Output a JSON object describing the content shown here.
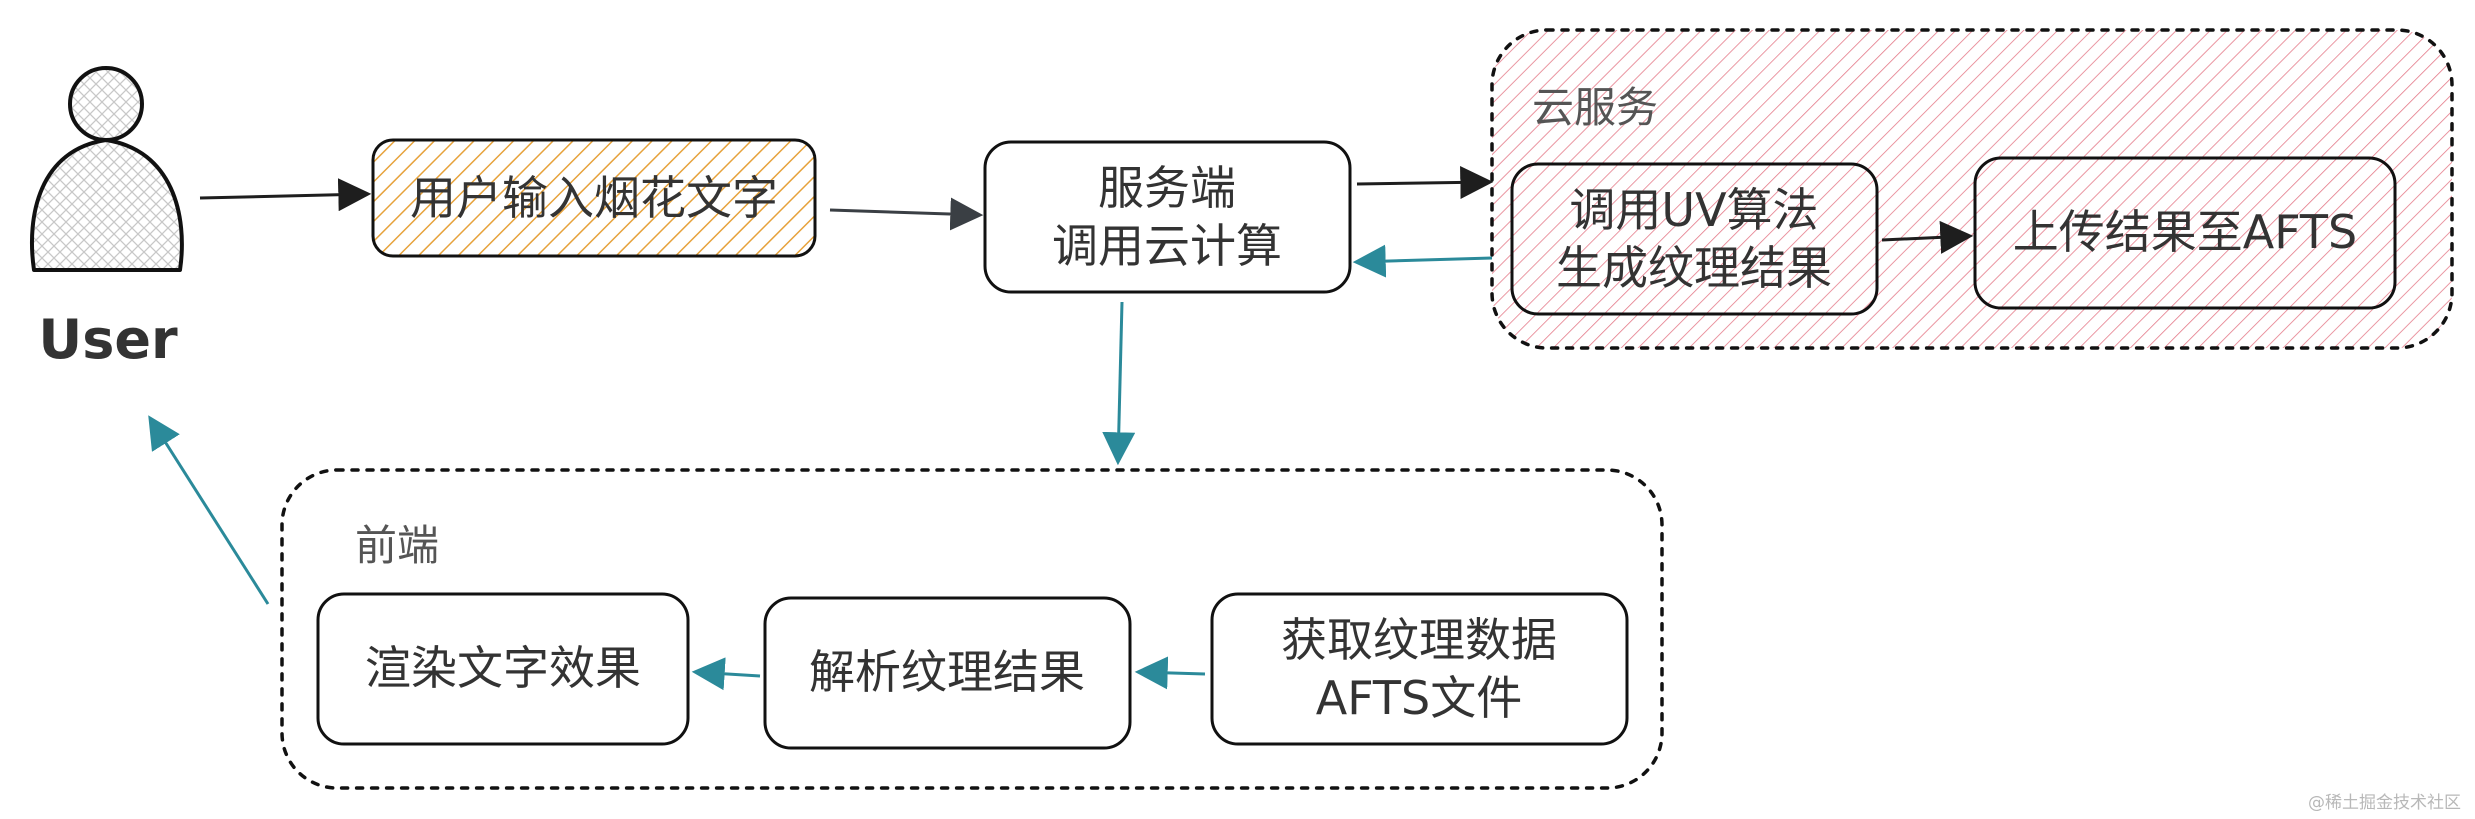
{
  "user": {
    "label": "User"
  },
  "boxes": {
    "user_input": "用户输入烟花文字",
    "server_line1": "服务端",
    "server_line2": "调用云计算",
    "uv_line1": "调用UV算法",
    "uv_line2": "生成纹理结果",
    "upload": "上传结果至AFTS",
    "render": "渲染文字效果",
    "parse": "解析纹理结果",
    "fetch_line1": "获取纹理数据",
    "fetch_line2": "AFTS文件"
  },
  "groups": {
    "cloud": "云服务",
    "frontend": "前端"
  },
  "watermark": "@稀土掘金技术社区",
  "colors": {
    "orange_hatch": "#e6a23c",
    "red_hatch": "#e57b8a",
    "teal_arrow": "#2b8a9a",
    "dark_arrow": "#1e1e1e"
  }
}
